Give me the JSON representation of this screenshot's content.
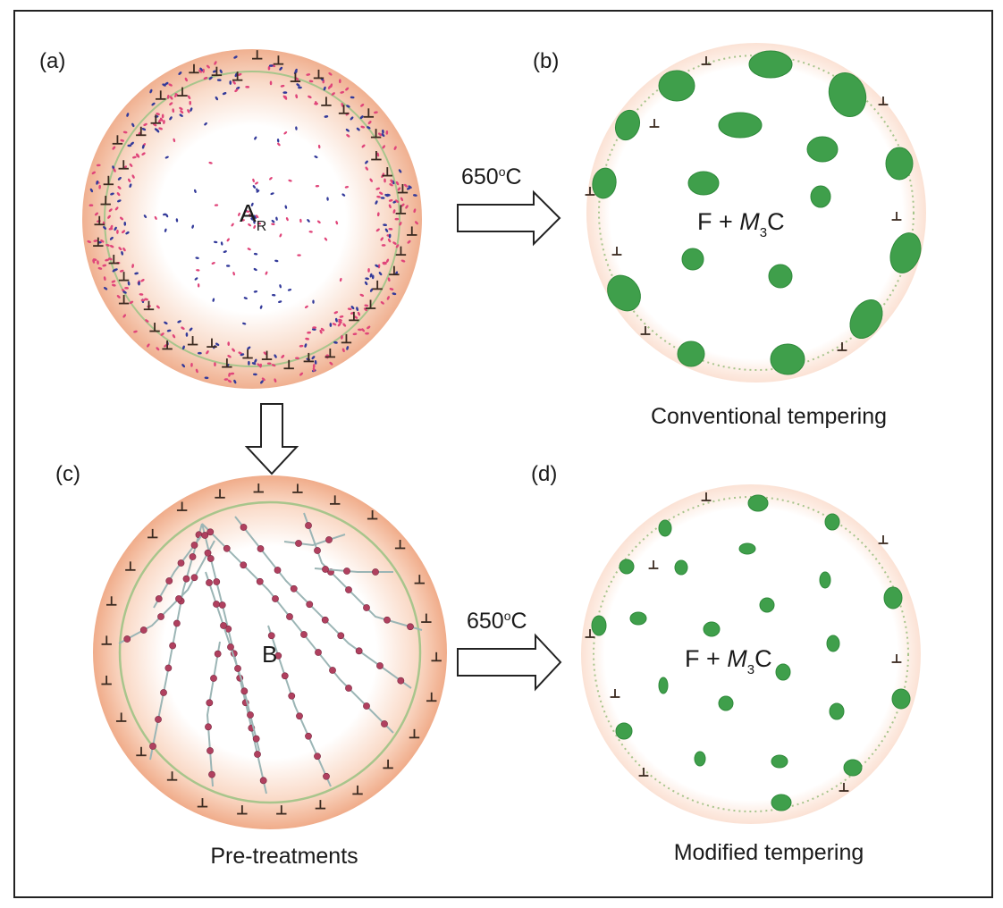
{
  "panels": {
    "a": {
      "tag": "(a)",
      "phase_main": "A",
      "phase_sub": "R"
    },
    "b": {
      "tag": "(b)",
      "phase_pre": "F + ",
      "phase_italic": "M",
      "phase_sub": "3",
      "phase_post": "C",
      "caption": "Conventional tempering"
    },
    "c": {
      "tag": "(c)",
      "phase": "B",
      "caption": "Pre-treatments"
    },
    "d": {
      "tag": "(d)",
      "phase_pre": "F + ",
      "phase_italic": "M",
      "phase_sub": "3",
      "phase_post": "C",
      "caption": "Modified tempering"
    }
  },
  "arrows": {
    "top": {
      "value": "650",
      "degree": "o",
      "unit": "C"
    },
    "bottom": {
      "value": "650",
      "degree": "o",
      "unit": "C"
    }
  },
  "colors": {
    "grain_halo": "#f2b89a",
    "grain_boundary": "#a8c58c",
    "carbide": "#3f9f4b",
    "carbide_edge": "#2f8a3b",
    "lath": "#9bb5b5",
    "precipitate": "#b0405f",
    "solute_red": "#e0457a",
    "solute_blue": "#333a9a",
    "dislocation": "#3b2a20",
    "frame": "#222222"
  }
}
